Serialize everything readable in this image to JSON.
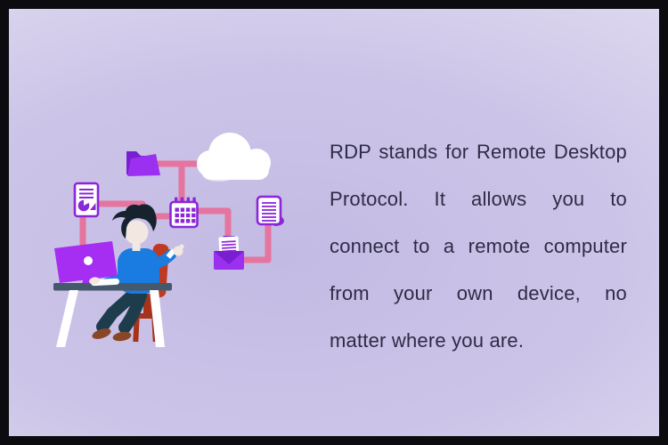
{
  "text_panel": {
    "lines": [
      "RDP stands for Remote Desktop",
      "Protocol. It allows you to",
      "connect to a remote computer",
      "from your own device, no",
      "matter where you are."
    ]
  },
  "illustration": {
    "description": "Person seated at a desk with a purple monitor, linked by pink connector lines to folder, cloud, report, calendar, document and email icons",
    "icons": [
      "folder-icon",
      "cloud-icon",
      "report-icon",
      "calendar-icon",
      "document-icon",
      "email-icon",
      "monitor-icon",
      "person-at-desk"
    ]
  },
  "colors": {
    "border": "#0c0c10",
    "bg_center": "#c2bae3",
    "bg_edge": "#e8e5f4",
    "pink": "#e5749f",
    "purple": "#9b30f0",
    "purple_dark": "#7a1fd0",
    "outline": "#8b26d9",
    "text": "#2e2b46",
    "monitor": "#a62df2",
    "desk": "#46586b",
    "chair": "#bf3a22",
    "chair_dark": "#a8331d",
    "shirt": "#1a7be0",
    "pants": "#1d3d4d",
    "shoes": "#8a4727",
    "hair": "#16222e",
    "skin": "#f2e7e1",
    "white": "#ffffff",
    "cloud_shadow": "#e3e0ee"
  }
}
